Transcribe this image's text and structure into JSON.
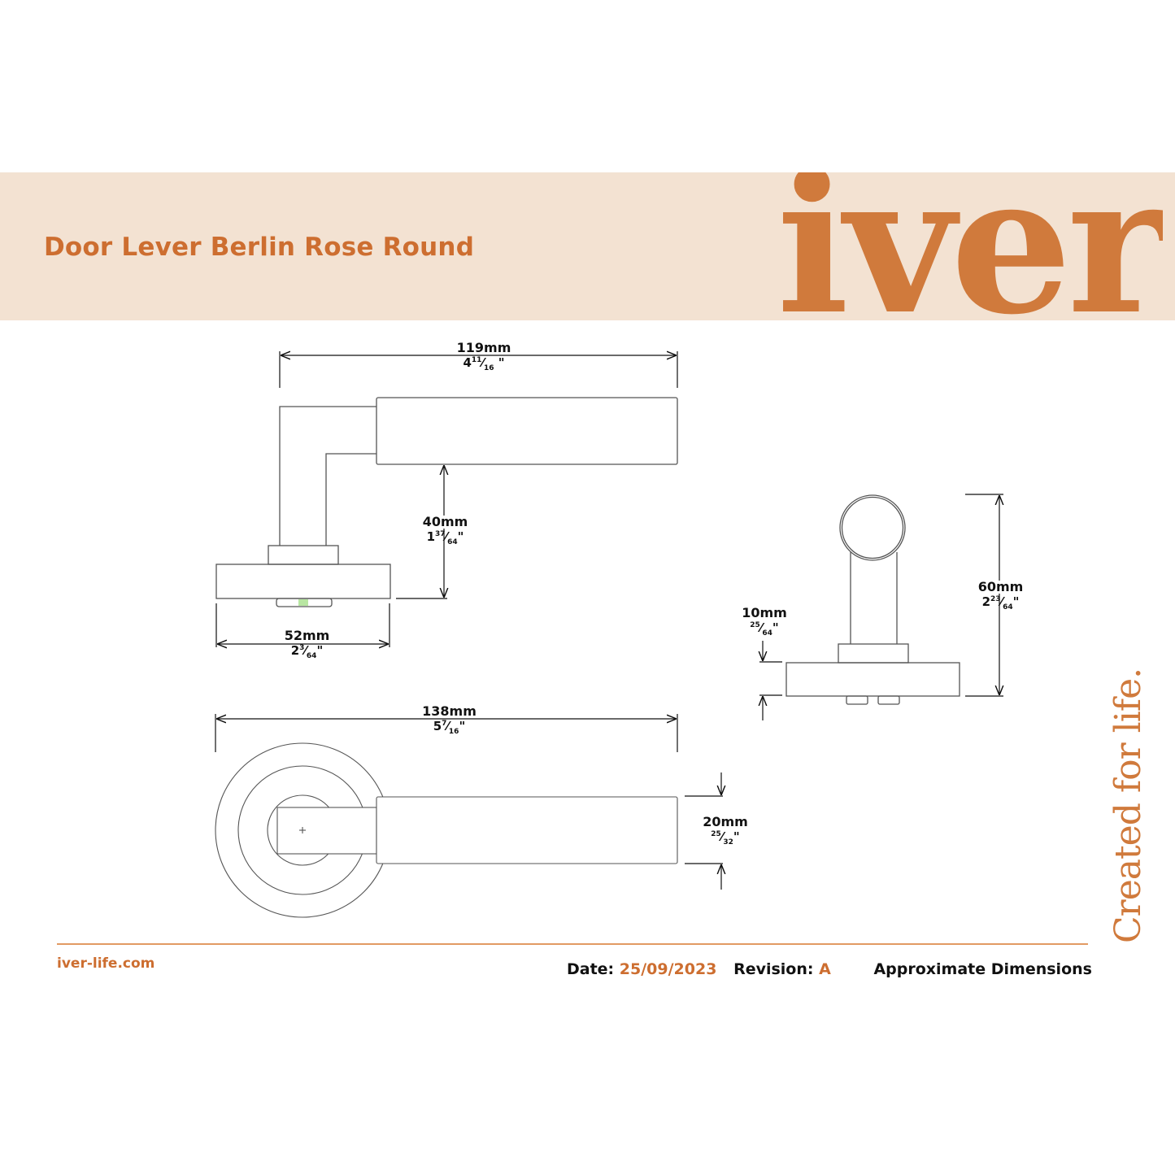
{
  "header": {
    "title": "Door Lever Berlin Rose Round",
    "logo_text": "iver",
    "banner_color": "#f3e2d2",
    "brand_color": "#d07a3c"
  },
  "side_tagline": "Created for life.",
  "dimensions": {
    "lever_length": {
      "mm": "119mm",
      "inch_whole": "4",
      "inch_num": "11",
      "inch_den": "16",
      "inch_suffix": " \""
    },
    "lever_height": {
      "mm": "40mm",
      "inch_whole": "1",
      "inch_num": "37",
      "inch_den": "64",
      "inch_suffix": "\""
    },
    "rose_diameter": {
      "mm": "52mm",
      "inch_whole": "2",
      "inch_num": "3",
      "inch_den": "64",
      "inch_suffix": "\""
    },
    "end_height": {
      "mm": "60mm",
      "inch_whole": "2",
      "inch_num": "23",
      "inch_den": "64",
      "inch_suffix": "\""
    },
    "rose_thickness": {
      "mm": "10mm",
      "inch_whole": "",
      "inch_num": "25",
      "inch_den": "64",
      "inch_suffix": "\""
    },
    "overall_length": {
      "mm": "138mm",
      "inch_whole": "5",
      "inch_num": "7",
      "inch_den": "16",
      "inch_suffix": "\""
    },
    "grip_width": {
      "mm": "20mm",
      "inch_whole": "",
      "inch_num": "25",
      "inch_den": "32",
      "inch_suffix": "\""
    }
  },
  "footer": {
    "website": "iver-life.com",
    "date_label": "Date:",
    "date_value": "25/09/2023",
    "revision_label": "Revision:",
    "revision_value": "A",
    "note": "Approximate Dimensions"
  }
}
